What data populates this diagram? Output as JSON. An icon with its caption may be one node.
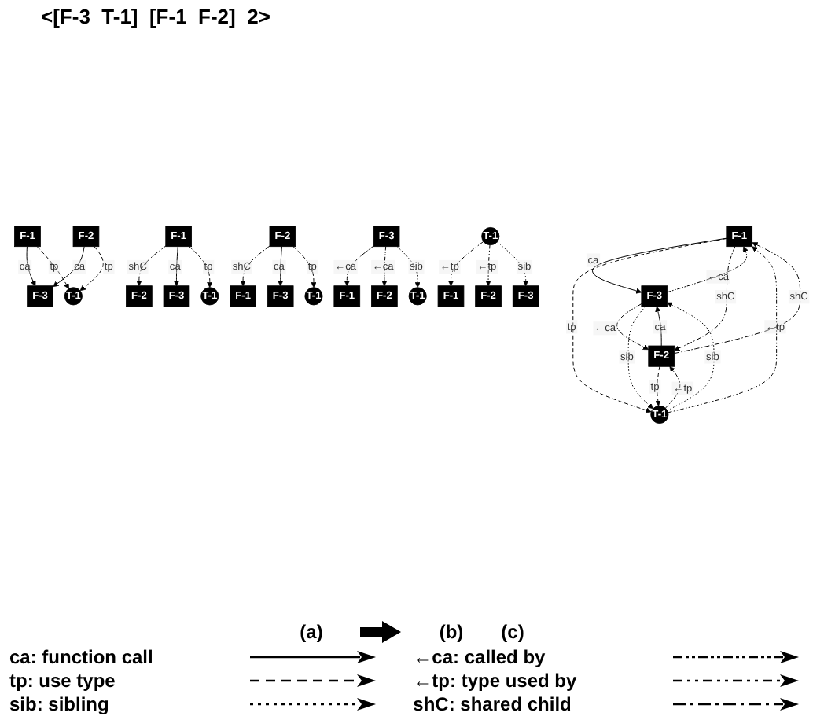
{
  "diagram": {
    "title": "<[F-3  T-1]  [F-1  F-2]  2>",
    "nodes": [
      {
        "text": [
          "F-1"
        ]
      },
      {
        "text": [
          "F-2"
        ]
      },
      {
        "text": [
          "F-3"
        ]
      },
      {
        "text": [
          "T-1"
        ]
      },
      {
        "text": [
          "F-1"
        ]
      },
      {
        "text": [
          "F-2"
        ]
      },
      {
        "text": [
          "F-3"
        ]
      },
      {
        "text": [
          "T-1"
        ]
      },
      {
        "text": [
          "F-1"
        ]
      },
      {
        "text": [
          "F-2"
        ]
      },
      {
        "text": [
          "F-3"
        ]
      },
      {
        "text": [
          "T-1"
        ]
      },
      {
        "text": [
          "F-2"
        ]
      },
      {
        "text": [
          "F-1"
        ]
      },
      {
        "text": [
          "F-3"
        ]
      },
      {
        "text": [
          "T-1"
        ]
      },
      {
        "text": [
          "F-3"
        ]
      },
      {
        "text": [
          "F-1"
        ]
      },
      {
        "text": [
          "F-2"
        ]
      },
      {
        "text": [
          "T-1"
        ]
      },
      {
        "text": [
          "T-1"
        ]
      },
      {
        "text": [
          "F-1"
        ]
      },
      {
        "text": [
          "F-2"
        ]
      },
      {
        "text": [
          "F-3"
        ]
      }
    ],
    "edges": [
      {
        "from": 0,
        "to": 2,
        "arrow": "to",
        "label": "ca"
      },
      {
        "from": 1,
        "to": 2,
        "arrow": "to",
        "label": "ca"
      },
      {
        "from": 0,
        "to": 3,
        "arrow": "to",
        "label": "tp",
        "style": "dashed"
      },
      {
        "from": 1,
        "to": 3,
        "arrow": "to",
        "label": "tp",
        "style": "dashed"
      },
      {
        "from": 4,
        "to": 6,
        "arrow": "to",
        "label": "ca"
      },
      {
        "from": 5,
        "to": 6,
        "arrow": "to",
        "label": "ca"
      },
      {
        "from": 4,
        "to": 7,
        "arrow": "to",
        "label": "tp",
        "style": "dashed"
      },
      {
        "from": 5,
        "to": 7,
        "arrow": "to",
        "label": "tp",
        "style": "dashed"
      },
      {
        "from": 4,
        "to": 5,
        "arrow": "to",
        "label": "shC",
        "style": "dashed"
      },
      {
        "from": 5,
        "to": 4,
        "arrow": "to",
        "label": "shC",
        "style": "dashed"
      },
      {
        "from": 6,
        "to": 4,
        "arrow": "to",
        "label": "←ca",
        "style": "dashed"
      },
      {
        "from": 6,
        "to": 5,
        "arrow": "to",
        "label": "←ca",
        "style": "dashed"
      },
      {
        "from": 7,
        "to": 5,
        "arrow": "to",
        "label": "←tp",
        "style": "dashed"
      },
      {
        "from": 7,
        "to": 4,
        "arrow": "to",
        "label": "←tp",
        "style": "dashed"
      },
      {
        "from": 6,
        "to": 7,
        "arrow": "to",
        "label": "sib",
        "style": "dashed"
      },
      {
        "from": 7,
        "to": 6,
        "arrow": "to",
        "label": "sib",
        "style": "dashed"
      },
      {
        "from": 8,
        "to": 9,
        "arrow": "to",
        "label": "shC",
        "style": "dashed"
      },
      {
        "from": 8,
        "to": 10,
        "arrow": "to",
        "label": "ca"
      },
      {
        "from": 8,
        "to": 11,
        "arrow": "to",
        "label": "tp",
        "style": "dashed"
      },
      {
        "from": 12,
        "to": 13,
        "arrow": "to",
        "label": "shC",
        "style": "dashed"
      },
      {
        "from": 12,
        "to": 14,
        "arrow": "to",
        "label": "ca"
      },
      {
        "from": 12,
        "to": 15,
        "arrow": "to",
        "label": "tp",
        "style": "dashed"
      },
      {
        "from": 16,
        "to": 17,
        "arrow": "to",
        "label": "←ca",
        "style": "dashed"
      },
      {
        "from": 16,
        "to": 18,
        "arrow": "to",
        "label": "←ca",
        "style": "dashed"
      },
      {
        "from": 16,
        "to": 19,
        "arrow": "to",
        "label": "sib",
        "style": "dashed"
      },
      {
        "from": 20,
        "to": 21,
        "arrow": "to",
        "label": "←tp",
        "style": "dashed"
      },
      {
        "from": 20,
        "to": 22,
        "arrow": "to",
        "label": "←tp",
        "style": "dashed"
      },
      {
        "from": 20,
        "to": 23,
        "arrow": "to",
        "label": "sib",
        "style": "dashed"
      }
    ],
    "labels": [
      "(a)",
      "(b)",
      "(c)"
    ],
    "legend": [
      {
        "text": "ca: function call"
      },
      {
        "text": "tp: use type"
      },
      {
        "text": "sib: sibling"
      },
      {
        "text": "←ca: called by"
      },
      {
        "text": "←tp: type used by"
      },
      {
        "text": "shC: shared child"
      }
    ]
  }
}
